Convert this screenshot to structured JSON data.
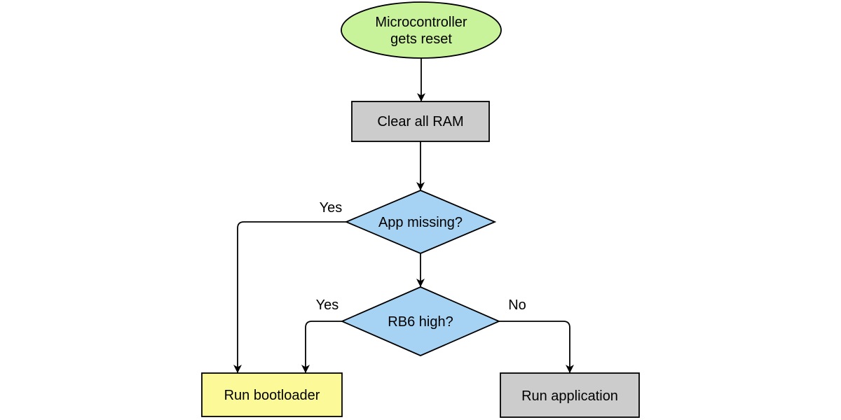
{
  "diagram": {
    "background": "#ffffff",
    "stroke_color": "#000000",
    "text_color": "#000000",
    "nodes": {
      "start": {
        "shape": "ellipse",
        "label_line1": "Microcontroller",
        "label_line2": "gets reset",
        "fill": "#c9f39a"
      },
      "clear_ram": {
        "shape": "process-rect",
        "label": "Clear all RAM",
        "fill": "#cccccc"
      },
      "app_missing": {
        "shape": "decision-diamond",
        "label": "App missing?",
        "fill": "#a6d3f3"
      },
      "rb6_high": {
        "shape": "decision-diamond",
        "label": "RB6 high?",
        "fill": "#a6d3f3"
      },
      "run_bootloader": {
        "shape": "process-rect",
        "label": "Run bootloader",
        "fill": "#fcf998"
      },
      "run_application": {
        "shape": "process-rect",
        "label": "Run application",
        "fill": "#cccccc"
      }
    },
    "edges": {
      "app_missing_yes_label": "Yes",
      "rb6_high_yes_label": "Yes",
      "rb6_high_no_label": "No"
    }
  }
}
